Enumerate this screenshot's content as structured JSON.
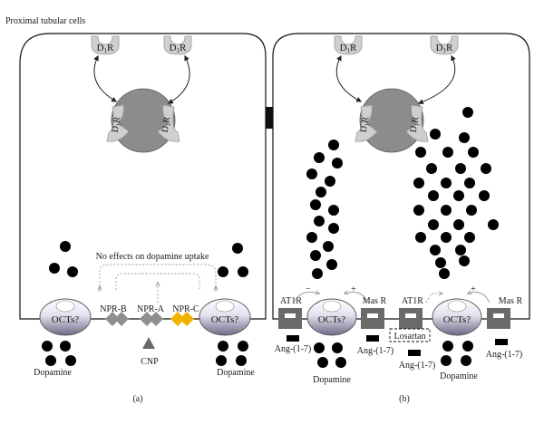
{
  "figure_title": "Proximal tubular cells",
  "receptor_label": "D",
  "receptor_sub": "1",
  "receptor_suffix": "R",
  "panel_a": {
    "caption": "(a)",
    "no_effects_label": "No effects on dopamine uptake",
    "oct_left": "OCTs?",
    "oct_right": "OCTs?",
    "npr_b": "NPR-B",
    "npr_a": "NPR-A",
    "npr_c": "NPR-C",
    "cnp": "CNP",
    "dopamine_left": "Dopamine",
    "dopamine_right": "Dopamine"
  },
  "panel_b": {
    "caption": "(b)",
    "at1r_left": "AT1R",
    "mas_r_left": "Mas R",
    "at1r_right": "AT1R",
    "mas_r_right": "Mas R",
    "oct_left": "OCTs?",
    "oct_right": "OCTs?",
    "losartan": "Losartan",
    "ang_1": "Ang-(1-7)",
    "ang_2": "Ang-(1-7)",
    "ang_3": "Ang-(1-7)",
    "ang_4": "Ang-(1-7)",
    "dopamine_left": "Dopamine",
    "dopamine_right": "Dopamine",
    "sign_minus": "−",
    "sign_plus": "+"
  },
  "colors": {
    "nucleus": "#8c8c8c",
    "receptor": "#cfcfcf",
    "oct_dark": "#6e6a86",
    "oct_light": "#e7e4f1",
    "npr_gray": "#8f8f8f",
    "npr_c": "#f0b400",
    "at_receptor": "#6a6a6a",
    "dot": "#000000"
  }
}
